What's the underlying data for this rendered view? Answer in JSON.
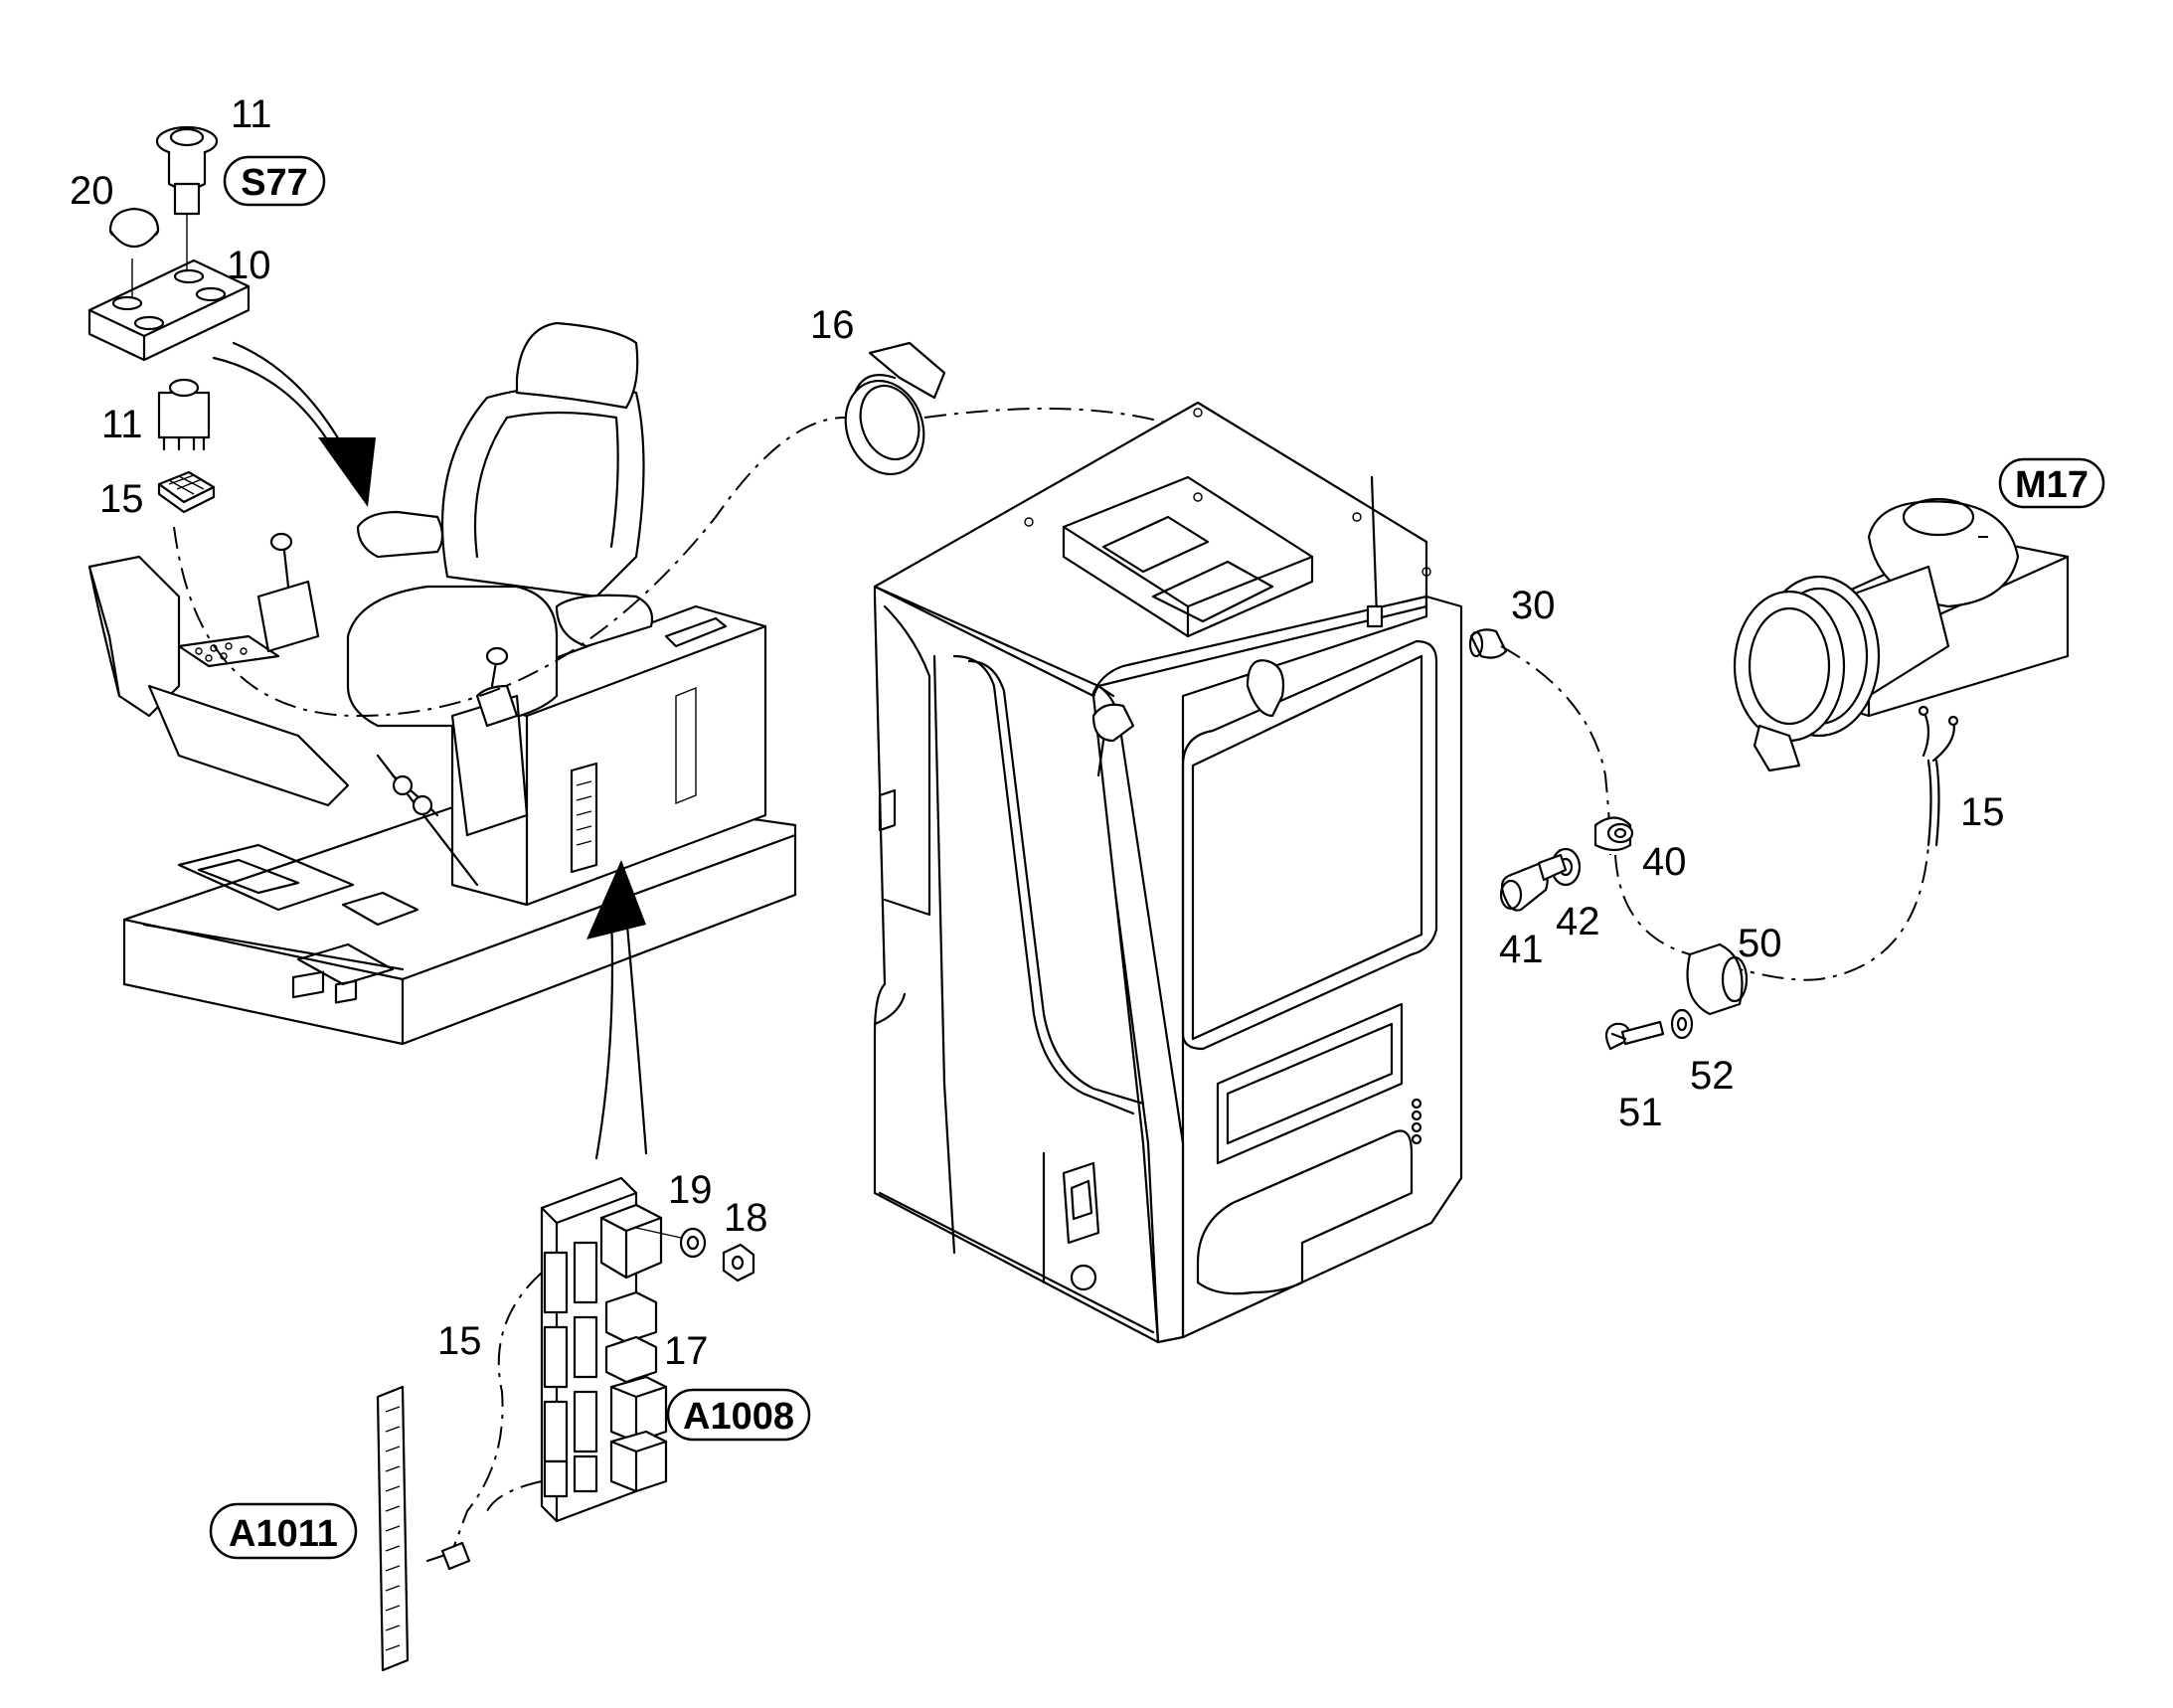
{
  "diagram": {
    "part_numbers": [
      {
        "id": "p11a",
        "text": "11"
      },
      {
        "id": "p20",
        "text": "20"
      },
      {
        "id": "p10",
        "text": "10"
      },
      {
        "id": "p11b",
        "text": "11"
      },
      {
        "id": "p15a",
        "text": "15"
      },
      {
        "id": "p16",
        "text": "16"
      },
      {
        "id": "p30",
        "text": "30"
      },
      {
        "id": "p40",
        "text": "40"
      },
      {
        "id": "p41",
        "text": "41"
      },
      {
        "id": "p42",
        "text": "42"
      },
      {
        "id": "p50",
        "text": "50"
      },
      {
        "id": "p51",
        "text": "51"
      },
      {
        "id": "p52",
        "text": "52"
      },
      {
        "id": "p15b",
        "text": "15"
      },
      {
        "id": "p19",
        "text": "19"
      },
      {
        "id": "p18",
        "text": "18"
      },
      {
        "id": "p15c",
        "text": "15"
      },
      {
        "id": "p17",
        "text": "17"
      }
    ],
    "component_tags": [
      {
        "id": "s77",
        "text": "S77"
      },
      {
        "id": "m17",
        "text": "M17"
      },
      {
        "id": "a1008",
        "text": "A1008"
      },
      {
        "id": "a1011",
        "text": "A1011"
      }
    ]
  }
}
